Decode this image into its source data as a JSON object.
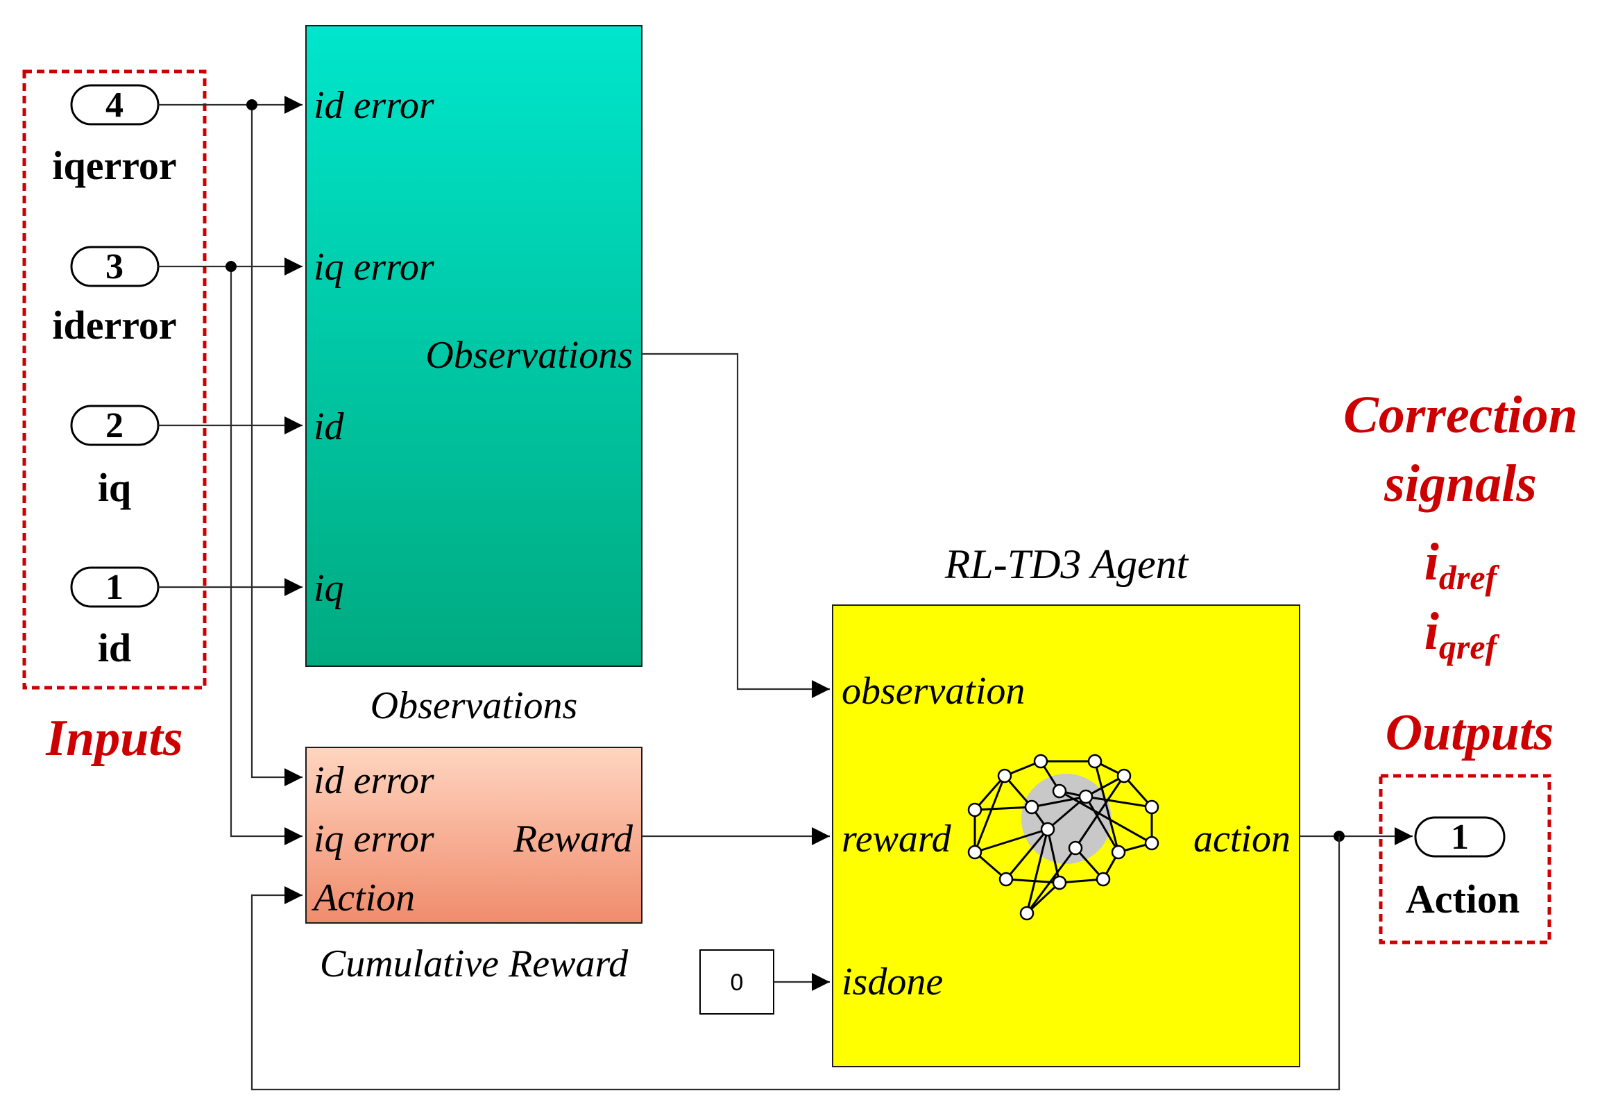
{
  "inputs": {
    "group_label": "Inputs",
    "ports": [
      {
        "number": "4",
        "name": "iqerror"
      },
      {
        "number": "3",
        "name": "iderror"
      },
      {
        "number": "2",
        "name": "iq"
      },
      {
        "number": "1",
        "name": "id"
      }
    ]
  },
  "observations_block": {
    "caption": "Observations",
    "in_ports": [
      "id error",
      "iq error",
      "id",
      "iq"
    ],
    "out_port": "Observations"
  },
  "reward_block": {
    "caption": "Cumulative Reward",
    "in_ports": [
      "id error",
      "iq error",
      "Action"
    ],
    "out_port": "Reward"
  },
  "constant_block": {
    "value": "0"
  },
  "agent_block": {
    "title": "RL-TD3 Agent",
    "in_ports": [
      "observation",
      "reward",
      "isdone"
    ],
    "out_port": "action"
  },
  "outputs": {
    "group_label": "Outputs",
    "port": {
      "number": "1",
      "name": "Action"
    }
  },
  "annotation": {
    "line1": "Correction",
    "line2": "signals",
    "sym1_main": "i",
    "sym1_sub": "dref",
    "sym2_main": "i",
    "sym2_sub": "qref"
  },
  "colors": {
    "observations_top": "#00e6cc",
    "observations_bottom": "#00aa80",
    "reward_top": "#ffd5c0",
    "reward_bottom": "#f08c6c",
    "agent_fill": "#ffff00",
    "accent_red": "#cc0000"
  }
}
